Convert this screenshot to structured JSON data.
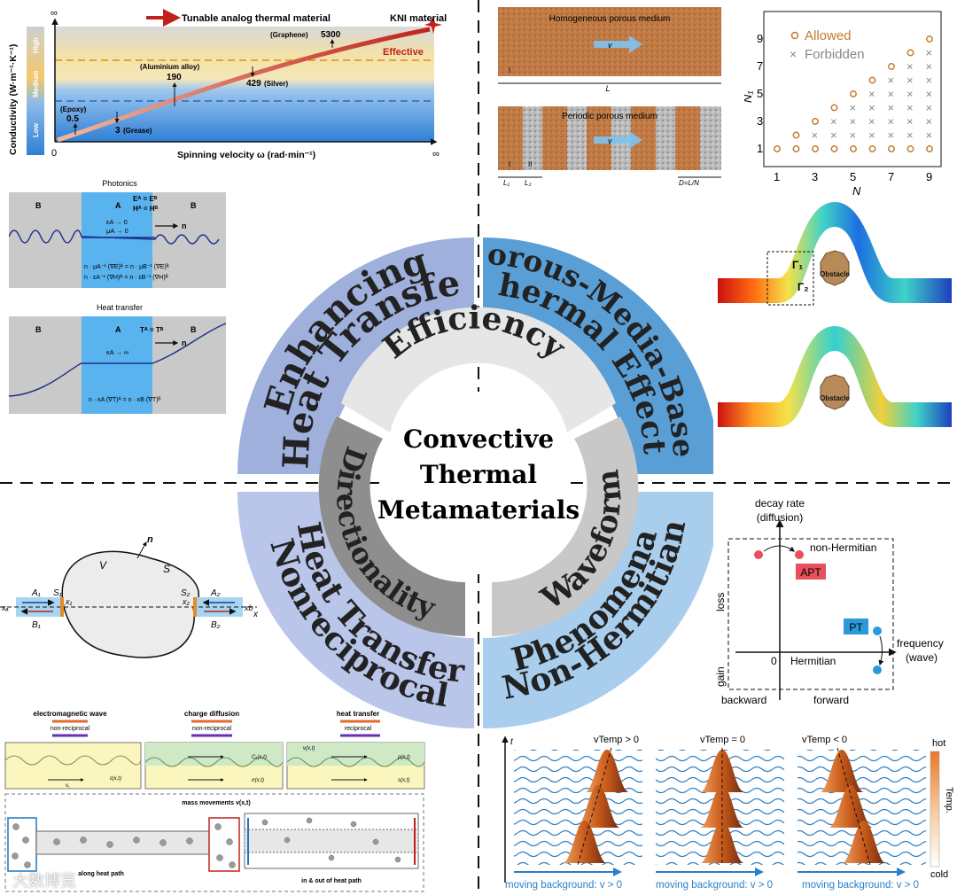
{
  "center": {
    "line1": "Convective",
    "line2": "Thermal",
    "line3": "Metamaterials"
  },
  "inner_ring": {
    "top": "Efficiency",
    "left": "Directionality",
    "right": "Waveform"
  },
  "outer_ring": {
    "tl_line1": "Enhancing",
    "tl_line2": "Heat Transfer",
    "tr_line1": "Porous-Media-Based",
    "tr_line2": "Thermal Effects",
    "bl_line1": "Nonreciprocal",
    "bl_line2": "Heat Transfer",
    "br_line1": "Non-Hermitian",
    "br_line2": "Phenomena"
  },
  "conductivity_panel": {
    "title_arrow": "Tunable analog thermal material",
    "kni": "KNI material",
    "effective": "Effective",
    "ylabel": "Conductivity (W·m⁻¹·K⁻¹)",
    "xlabel": "Spinning velocity ω (rad·min⁻¹)",
    "infinity": "∞",
    "zero": "0",
    "bands": [
      "High",
      "Medium",
      "Low"
    ],
    "points": [
      {
        "name": "(Epoxy)",
        "value": "0.5"
      },
      {
        "name": "(Grease)",
        "value": "3"
      },
      {
        "name": "(Aluminium alloy)",
        "value": "190"
      },
      {
        "name": "(Silver)",
        "value": "429"
      },
      {
        "name": "(Graphene)",
        "value": "5300"
      }
    ]
  },
  "photonics_panel": {
    "title": "Photonics",
    "A": "A",
    "B": "B",
    "eq1": "Eᴬ = Eᴮ",
    "eq2": "Hᴬ = Hᴮ",
    "eps": "εA → 0",
    "mu": "μA → 0",
    "n": "n",
    "bc1": "n · μA⁻¹ (∇E)ᴬ = n · μB⁻¹ (∇E)ᴮ",
    "bc2": "n · εA⁻¹ (∇H)ᴬ = n · εB⁻¹ (∇H)ᴮ"
  },
  "heat_panel": {
    "title": "Heat transfer",
    "A": "A",
    "B": "B",
    "eq": "Tᴬ = Tᴮ",
    "kappa": "κA → ∞",
    "n": "n",
    "bc": "n · κA (∇T)ᴬ = n · κB (∇T)ᴮ"
  },
  "porous_panel": {
    "homogeneous": "Homogeneous porous medium",
    "periodic": "Periodic porous medium",
    "v": "v",
    "L": "L",
    "I": "I",
    "II": "II",
    "L1": "L₁",
    "L2": "L₂",
    "D": "D=L/N"
  },
  "allowed_chart": {
    "legend_allowed": "Allowed",
    "legend_forbidden": "Forbidden",
    "xlabel": "N",
    "ylabel": "N₁",
    "xticks": [
      "1",
      "3",
      "5",
      "7",
      "9"
    ],
    "yticks": [
      "1",
      "3",
      "5",
      "7",
      "9"
    ]
  },
  "obstacle_panel": {
    "label": "Obstacle",
    "gamma1": "Γ₁",
    "gamma2": "Γ₂"
  },
  "nonreciprocal_panel": {
    "V": "V",
    "S": "S",
    "n": "n",
    "S1": "S₁",
    "S2": "S₂",
    "A1": "A₁",
    "A2": "A₂",
    "B1": "B₁",
    "B2": "B₂",
    "xa": "xₐ",
    "x1": "x₁",
    "x2": "x₂",
    "xb": "xb",
    "x": "x"
  },
  "transport_panel": {
    "em_title": "electromagnetic wave",
    "em_sub": "non-reciprocal",
    "charge_title": "charge diffusion",
    "charge_sub": "non-reciprocal",
    "heat_title": "heat transfer",
    "heat_sub": "reciprocal",
    "em_field": "ε(x,t)",
    "ca_field": "Cₐ(x,t)",
    "sigma_field": "σ(x,t)",
    "rho_field": "ρ(x,t)",
    "s_field": "s(x,t)",
    "v_field": "v(x,t)",
    "vc": "v꜀",
    "mass": "mass movements v(x,t)",
    "along": "along heat path",
    "inout": "in & out of heat path"
  },
  "nonhermitian_chart": {
    "ylabel": "decay rate",
    "ylabel2": "(diffusion)",
    "xlabel": "frequency",
    "xlabel2": "(wave)",
    "nonhermitian": "non-Hermitian",
    "hermitian": "Hermitian",
    "apt": "APT",
    "pt": "PT",
    "loss": "loss",
    "gain": "gain",
    "backward": "backward",
    "forward": "forward",
    "zero": "0"
  },
  "waveform_panel": {
    "t": "t",
    "v_pos": "vTemp > 0",
    "v_zero": "vTemp = 0",
    "v_neg": "vTemp < 0",
    "background": "moving background: v > 0",
    "hot": "hot",
    "cold": "cold",
    "temp": "Temp."
  },
  "watermark": "大数博览"
}
